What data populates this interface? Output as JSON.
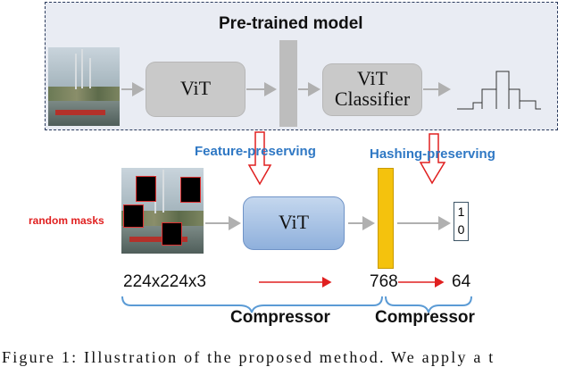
{
  "pretrained": {
    "title": "Pre-trained model"
  },
  "top": {
    "vit_label": "ViT",
    "classifier_line1": "ViT",
    "classifier_line2": "Classifier"
  },
  "bottom": {
    "vit_label": "ViT",
    "code_bits": [
      "1",
      "0"
    ],
    "random_masks": "random masks",
    "feature_preserving": "Feature-preserving",
    "hashing_preserving": "Hashing-preserving",
    "input_dim": "224x224x3",
    "feature_dim": "768",
    "hash_dim": "64",
    "compressor_1": "Compressor",
    "compressor_2": "Compressor"
  },
  "caption": "Figure 1: Illustration of the proposed method. We apply a t",
  "colors": {
    "blue_text": "#2f78c4",
    "red_text": "#e02020",
    "feature_bar": "#f4c20d",
    "vit_blue": "#8fb0dc"
  }
}
